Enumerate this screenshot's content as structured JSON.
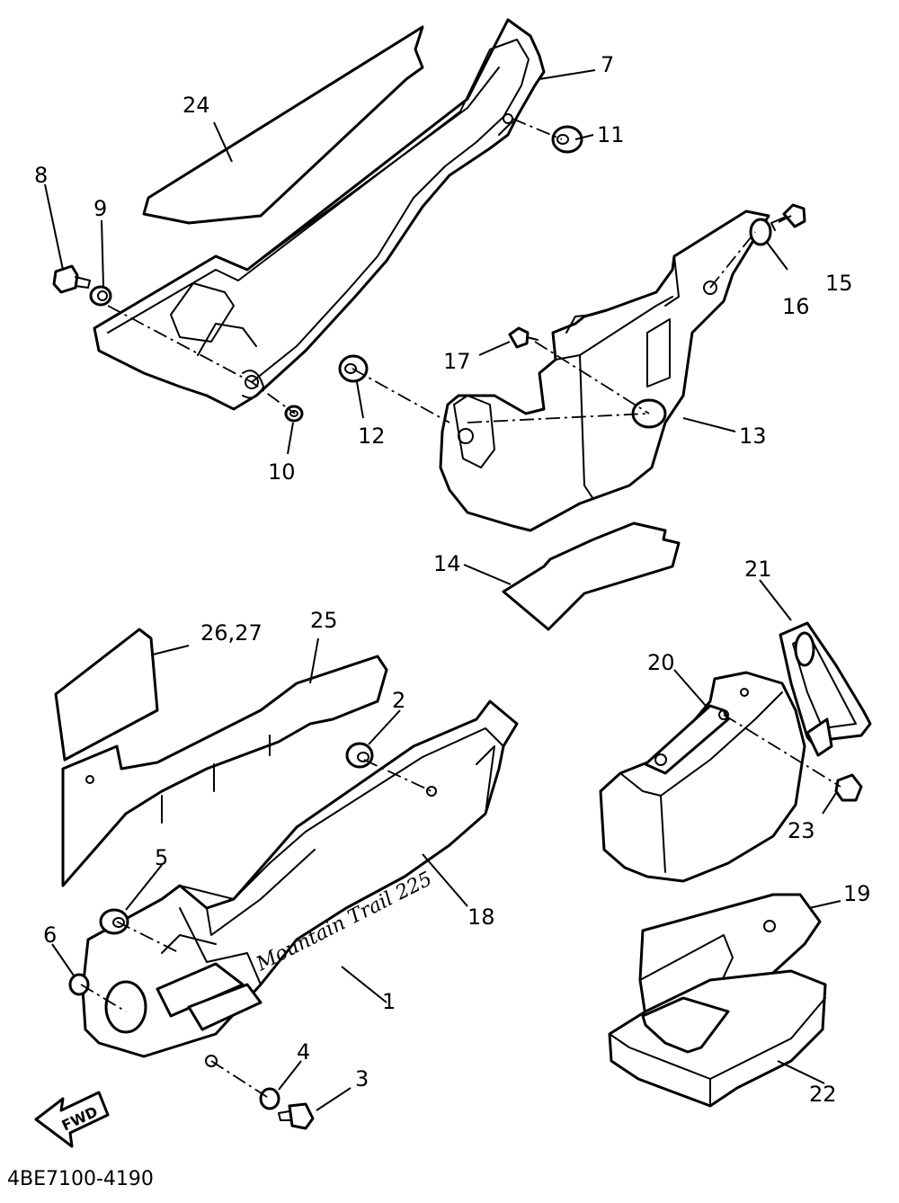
{
  "diagram": {
    "labels": [
      {
        "id": "l1",
        "text": "1"
      },
      {
        "id": "l2",
        "text": "2"
      },
      {
        "id": "l3",
        "text": "3"
      },
      {
        "id": "l4",
        "text": "4"
      },
      {
        "id": "l5",
        "text": "5"
      },
      {
        "id": "l6",
        "text": "6"
      },
      {
        "id": "l7",
        "text": "7"
      },
      {
        "id": "l8",
        "text": "8"
      },
      {
        "id": "l9",
        "text": "9"
      },
      {
        "id": "l10",
        "text": "10"
      },
      {
        "id": "l11",
        "text": "11"
      },
      {
        "id": "l12",
        "text": "12"
      },
      {
        "id": "l13",
        "text": "13"
      },
      {
        "id": "l14",
        "text": "14"
      },
      {
        "id": "l15",
        "text": "15"
      },
      {
        "id": "l16",
        "text": "16"
      },
      {
        "id": "l17",
        "text": "17"
      },
      {
        "id": "l18",
        "text": "18"
      },
      {
        "id": "l19",
        "text": "19"
      },
      {
        "id": "l20",
        "text": "20"
      },
      {
        "id": "l21",
        "text": "21"
      },
      {
        "id": "l22",
        "text": "22"
      },
      {
        "id": "l23",
        "text": "23"
      },
      {
        "id": "l24",
        "text": "24"
      },
      {
        "id": "l25",
        "text": "25"
      },
      {
        "id": "l2627",
        "text": "26,27"
      }
    ],
    "decal_text": "Mountain Trail 225",
    "fwd_arrow": "FWD",
    "drawing_code": "4BE7100-4190"
  }
}
